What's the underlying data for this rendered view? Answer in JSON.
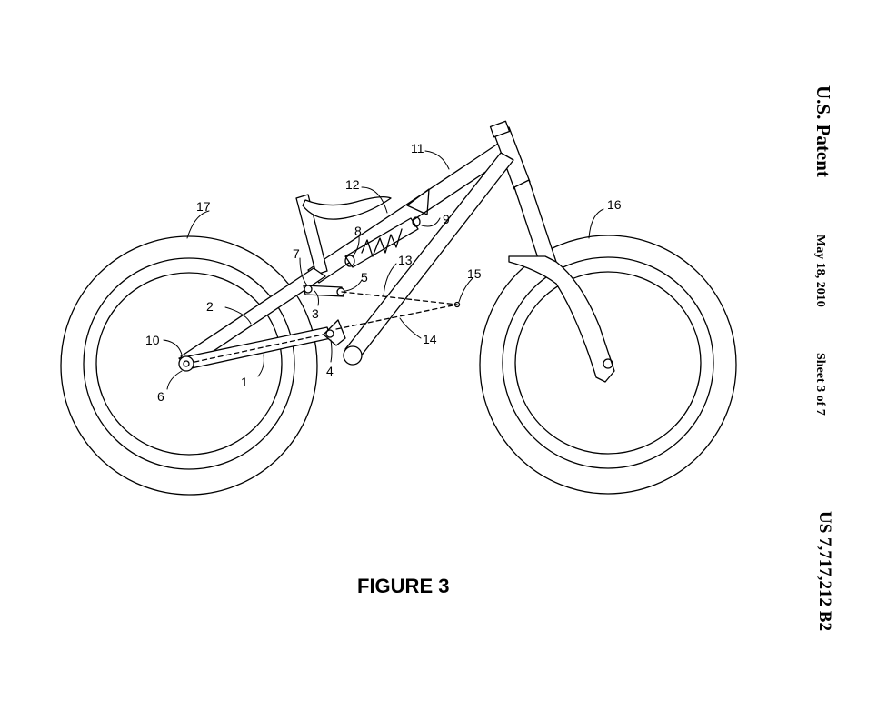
{
  "header": {
    "patent": "U.S. Patent",
    "date": "May 18, 2010",
    "sheet": "Sheet 3 of 7",
    "number": "US 7,717,212 B2"
  },
  "figure": {
    "caption": "FIGURE 3",
    "reference_numerals": [
      "1",
      "2",
      "3",
      "4",
      "5",
      "6",
      "7",
      "8",
      "9",
      "10",
      "11",
      "12",
      "13",
      "14",
      "15",
      "16",
      "17"
    ]
  },
  "colors": {
    "ink": "#000000",
    "paper": "#ffffff"
  }
}
